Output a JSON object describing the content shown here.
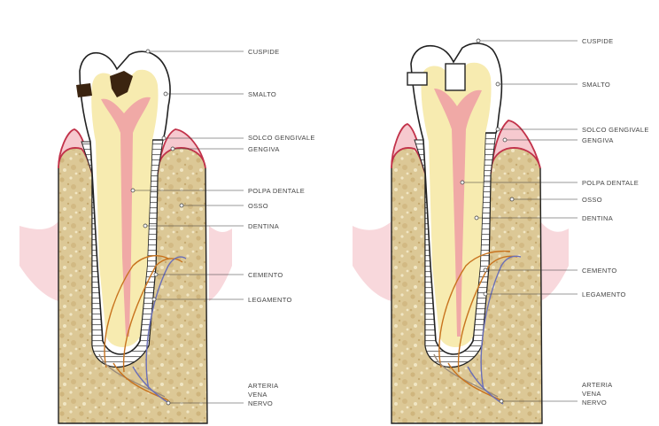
{
  "colors": {
    "enamel": "#ffffff",
    "dentin": "#f7ebb0",
    "pulp": "#f0a9a6",
    "gum": "#f6c9cf",
    "gum_edge": "#c2324a",
    "bone": "#dcc896",
    "bone_spot": "#c9ad72",
    "outline": "#222222",
    "caries": "#3b2410",
    "artery": "#c8731e",
    "vein": "#6a6fb8",
    "nerve": "#9a8a7a"
  },
  "left_diagram": {
    "labels": {
      "cuspide": "CUSPIDE",
      "smalto": "SMALTO",
      "solco": "SOLCO GENGIVALE",
      "gengiva": "GENGIVA",
      "polpa": "POLPA DENTALE",
      "osso": "OSSO",
      "dentina": "DENTINA",
      "cemento": "CEMENTO",
      "legamento": "LEGAMENTO",
      "arteria": "ARTERIA",
      "vena": "VENA",
      "nervo": "NERVO"
    }
  },
  "right_diagram": {
    "labels": {
      "cuspide": "CUSPIDE",
      "smalto": "SMALTO",
      "solco": "SOLCO GENGIVALE",
      "gengiva": "GENGIVA",
      "polpa": "POLPA DENTALE",
      "osso": "OSSO",
      "dentina": "DENTINA",
      "cemento": "CEMENTO",
      "legamento": "LEGAMENTO",
      "arteria": "ARTERIA",
      "vena": "VENA",
      "nervo": "NERVO"
    }
  }
}
